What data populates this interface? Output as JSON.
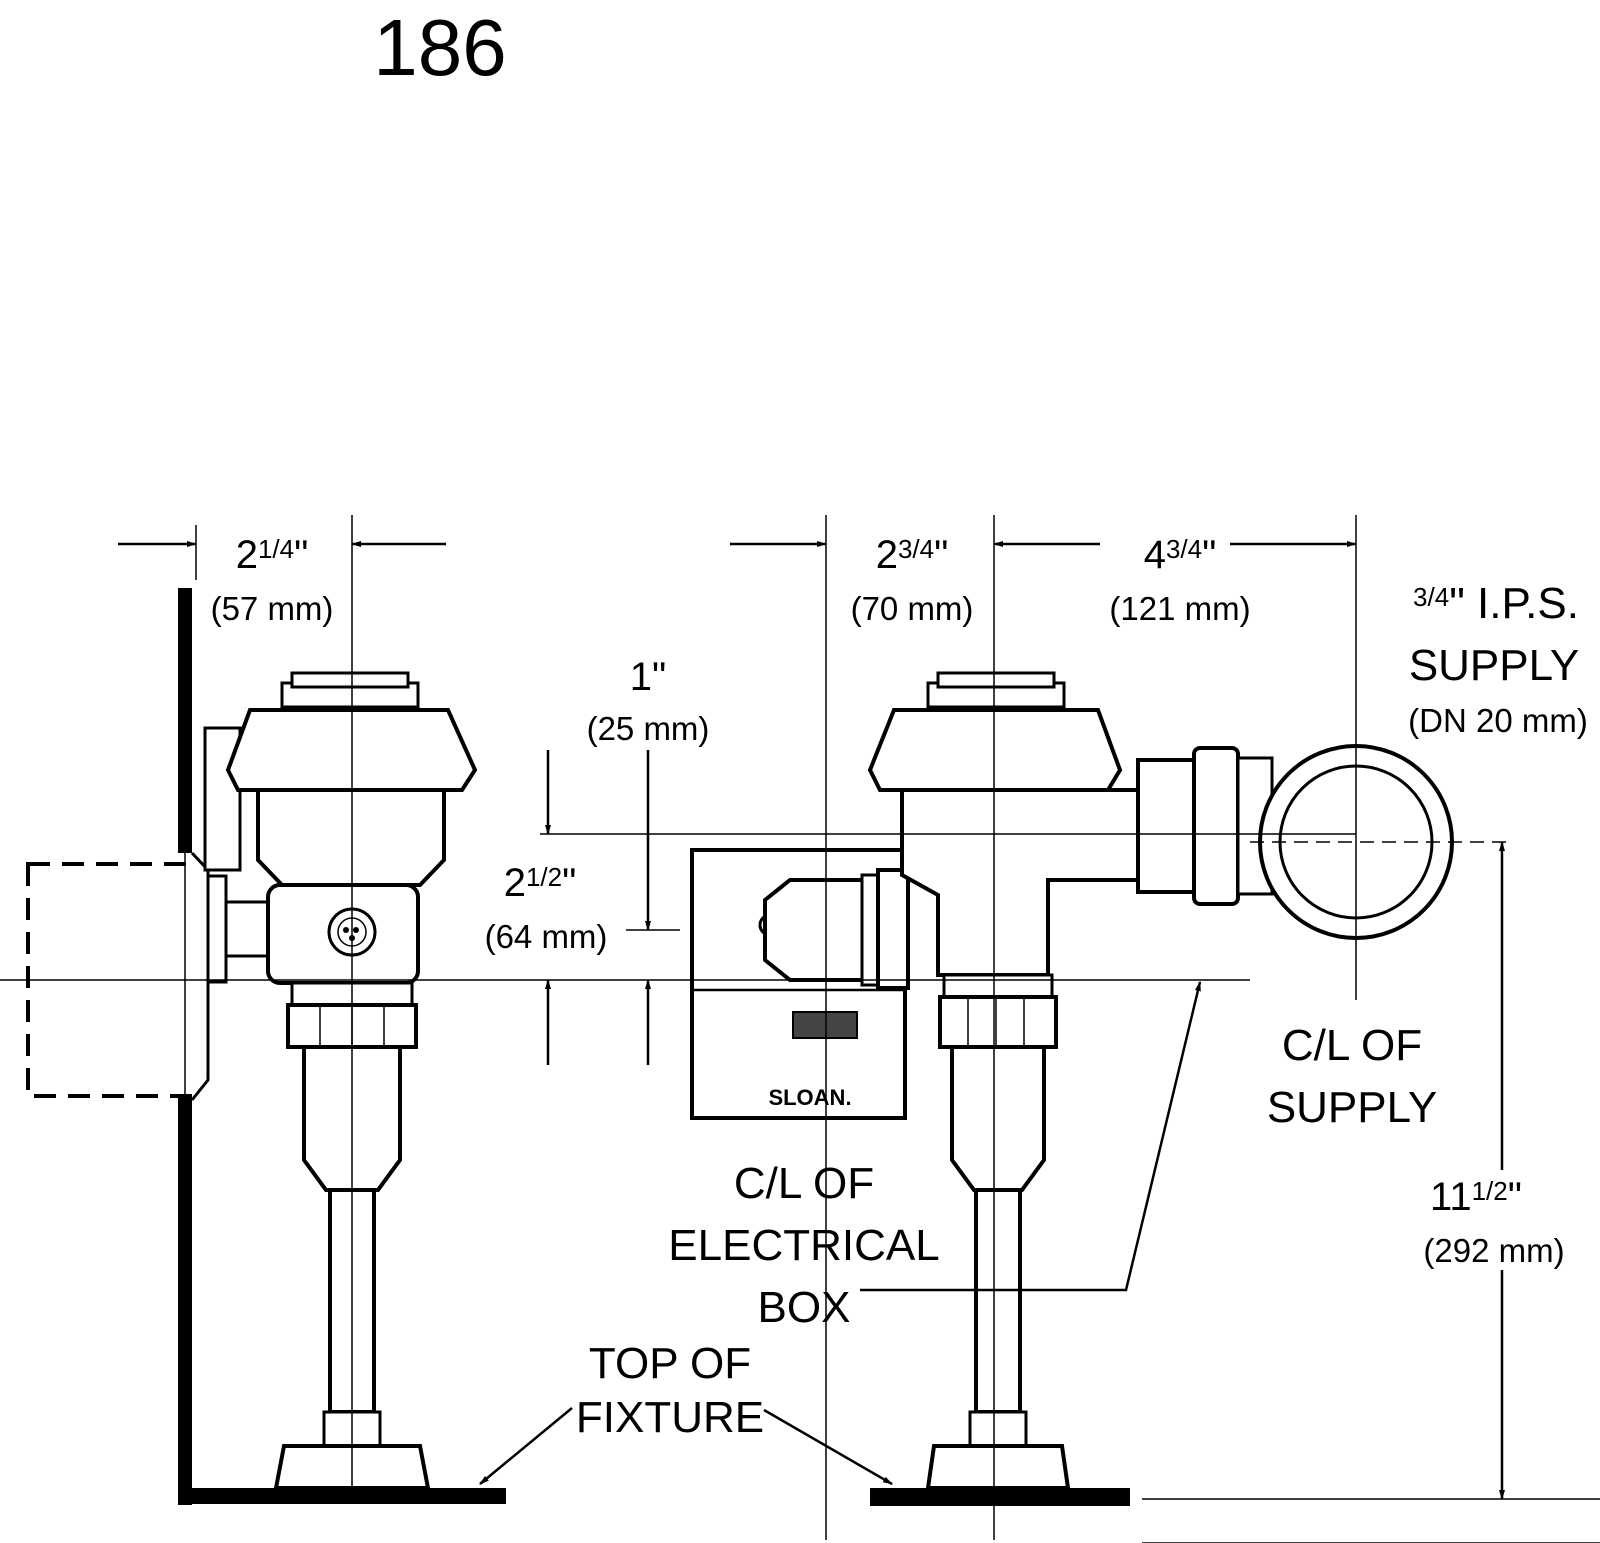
{
  "model_number": "186",
  "left_width": {
    "whole": "2",
    "fraction": "1/4",
    "unit": "\"",
    "mm": "(57 mm)"
  },
  "center_offset": {
    "whole": "2",
    "fraction": "3/4",
    "unit": "\"",
    "mm": "(70 mm)"
  },
  "supply_offset": {
    "whole": "4",
    "fraction": "3/4",
    "unit": "\"",
    "mm": "(121 mm)"
  },
  "vertical_small": {
    "whole": "1",
    "unit": "\"",
    "mm": "(25 mm)"
  },
  "vertical_mid": {
    "whole": "2",
    "fraction": "1/2",
    "unit": "\"",
    "mm": "(64 mm)"
  },
  "height": {
    "whole": "11",
    "fraction": "1/2",
    "unit": "\"",
    "mm": "(292 mm)"
  },
  "supply_label": {
    "fraction": "3/4",
    "line1_rest": "\" I.P.S.",
    "line2": "SUPPLY",
    "line3": "(DN 20 mm)"
  },
  "cl_supply": {
    "line1": "C/L OF",
    "line2": "SUPPLY"
  },
  "cl_electrical": {
    "line1": "C/L OF",
    "line2": "ELECTRICAL",
    "line3": "BOX"
  },
  "top_fixture": {
    "line1": "TOP OF",
    "line2": "FIXTURE"
  },
  "brand": "SLOAN."
}
